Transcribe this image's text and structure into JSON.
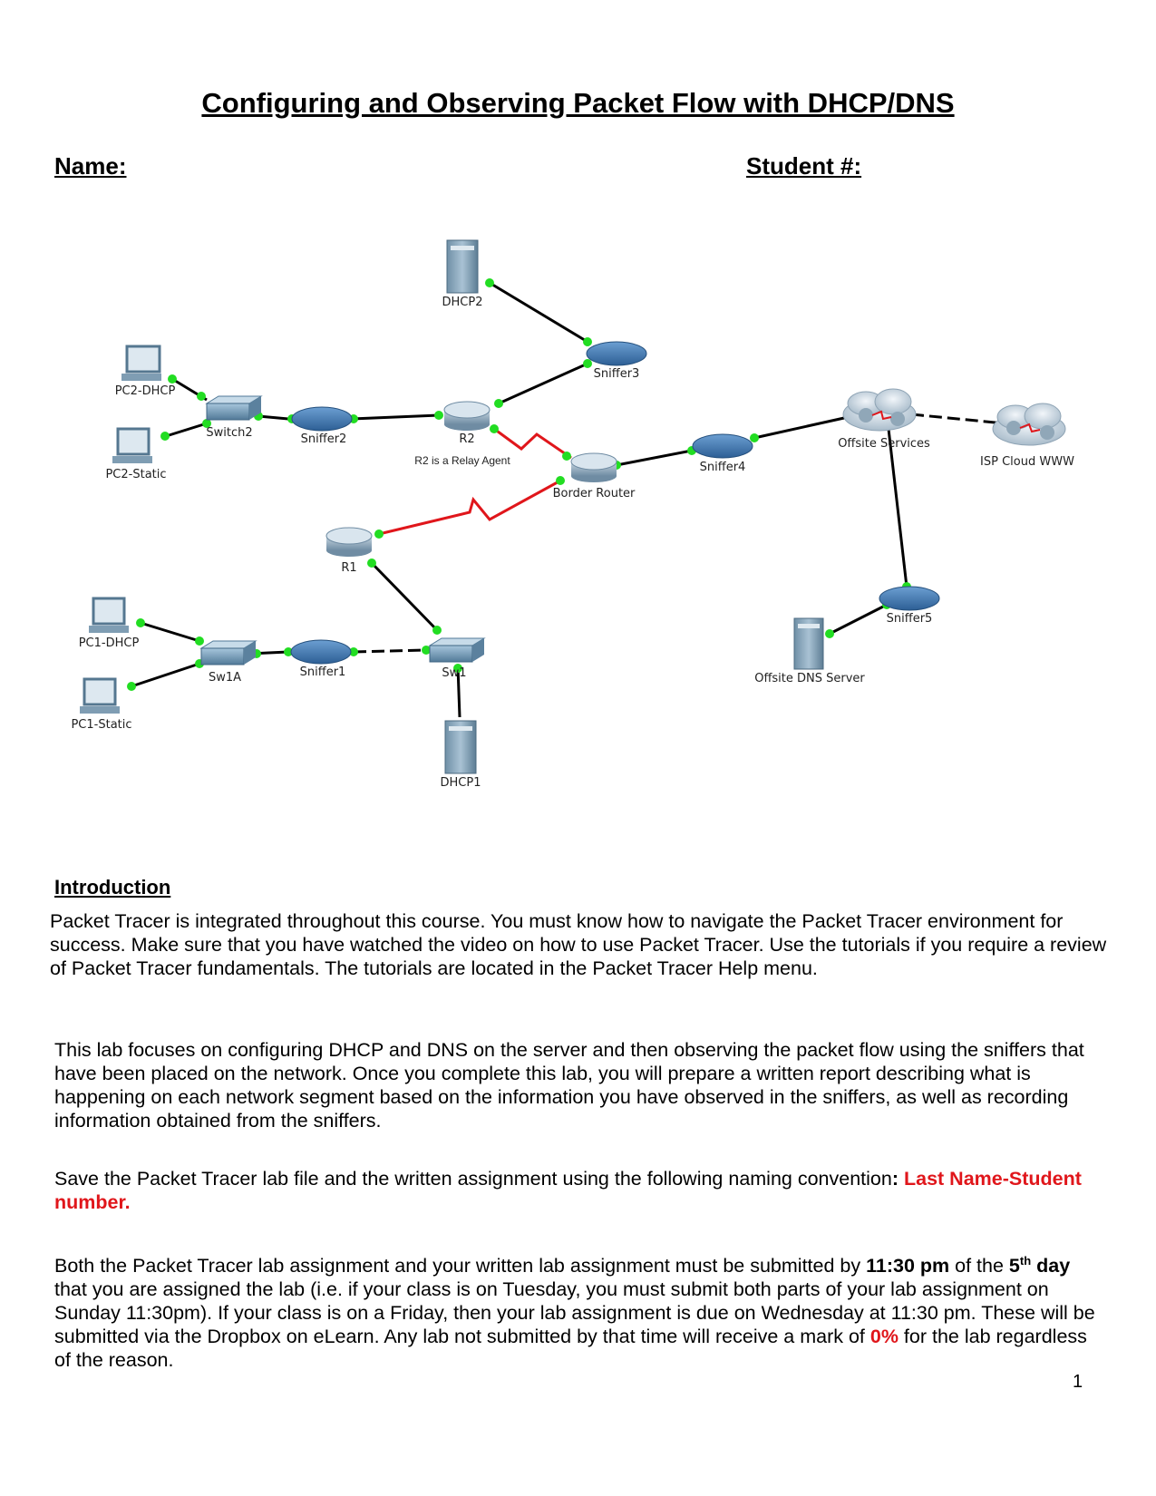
{
  "title": "Configuring and Observing Packet Flow with DHCP/DNS",
  "name_label": "Name:",
  "student_label": "Student #:",
  "diagram": {
    "labels": {
      "dhcp2": "DHCP2",
      "sniffer3": "Sniffer3",
      "pc2_dhcp": "PC2-DHCP",
      "switch2": "Switch2",
      "sniffer2": "Sniffer2",
      "r2": "R2",
      "r2_note": "R2 is a Relay Agent",
      "pc2_static": "PC2-Static",
      "border_router": "Border Router",
      "sniffer4": "Sniffer4",
      "offsite_services": "Offsite Services",
      "isp_cloud": "ISP Cloud WWW",
      "r1": "R1",
      "sniffer5": "Sniffer5",
      "offsite_dns": "Offsite DNS Server",
      "pc1_dhcp": "PC1-DHCP",
      "sw1a": "Sw1A",
      "sniffer1": "Sniffer1",
      "sw1": "Sw1",
      "pc1_static": "PC1-Static",
      "dhcp1": "DHCP1"
    },
    "colors": {
      "link": "#000000",
      "serial_link": "#e0161b",
      "port_up": "#22dd22"
    }
  },
  "intro": {
    "heading": "Introduction",
    "p1": "Packet Tracer is integrated throughout this course. You must know how to navigate the Packet Tracer environment for success. Make sure that you have watched the video on how to use Packet Tracer. Use the tutorials if you require a review of Packet Tracer fundamentals. The tutorials are located in the Packet Tracer Help menu.",
    "p2": "This lab focuses on configuring DHCP and DNS on the server and then observing the packet flow using the sniffers that have been placed on the network.  Once you complete this lab, you will prepare a written report describing what is happening on each network segment based on the information you have observed in the sniffers, as well as recording information obtained from the sniffers.",
    "p3_text": "Save the Packet Tracer lab file and the written assignment using the following naming convention",
    "p3_colon": ":",
    "p3_red": "Last Name-Student number.",
    "p4_a": "Both the Packet Tracer lab assignment and your written lab assignment must be submitted by ",
    "p4_time": "11:30 pm",
    "p4_b": " of the ",
    "p4_day_num": "5",
    "p4_day_sup": "th",
    "p4_day": " day",
    "p4_c": " that you are assigned the lab (i.e. if your class is on Tuesday, you must submit both parts of your lab assignment on Sunday 11:30pm).  If your class is on a Friday, then your lab assignment is due on Wednesday at 11:30 pm.  These will be submitted via the Dropbox on eLearn.  Any lab not submitted by that time will receive a mark of ",
    "p4_zero": "0%",
    "p4_d": " for the lab regardless of the reason."
  },
  "page_number": "1"
}
